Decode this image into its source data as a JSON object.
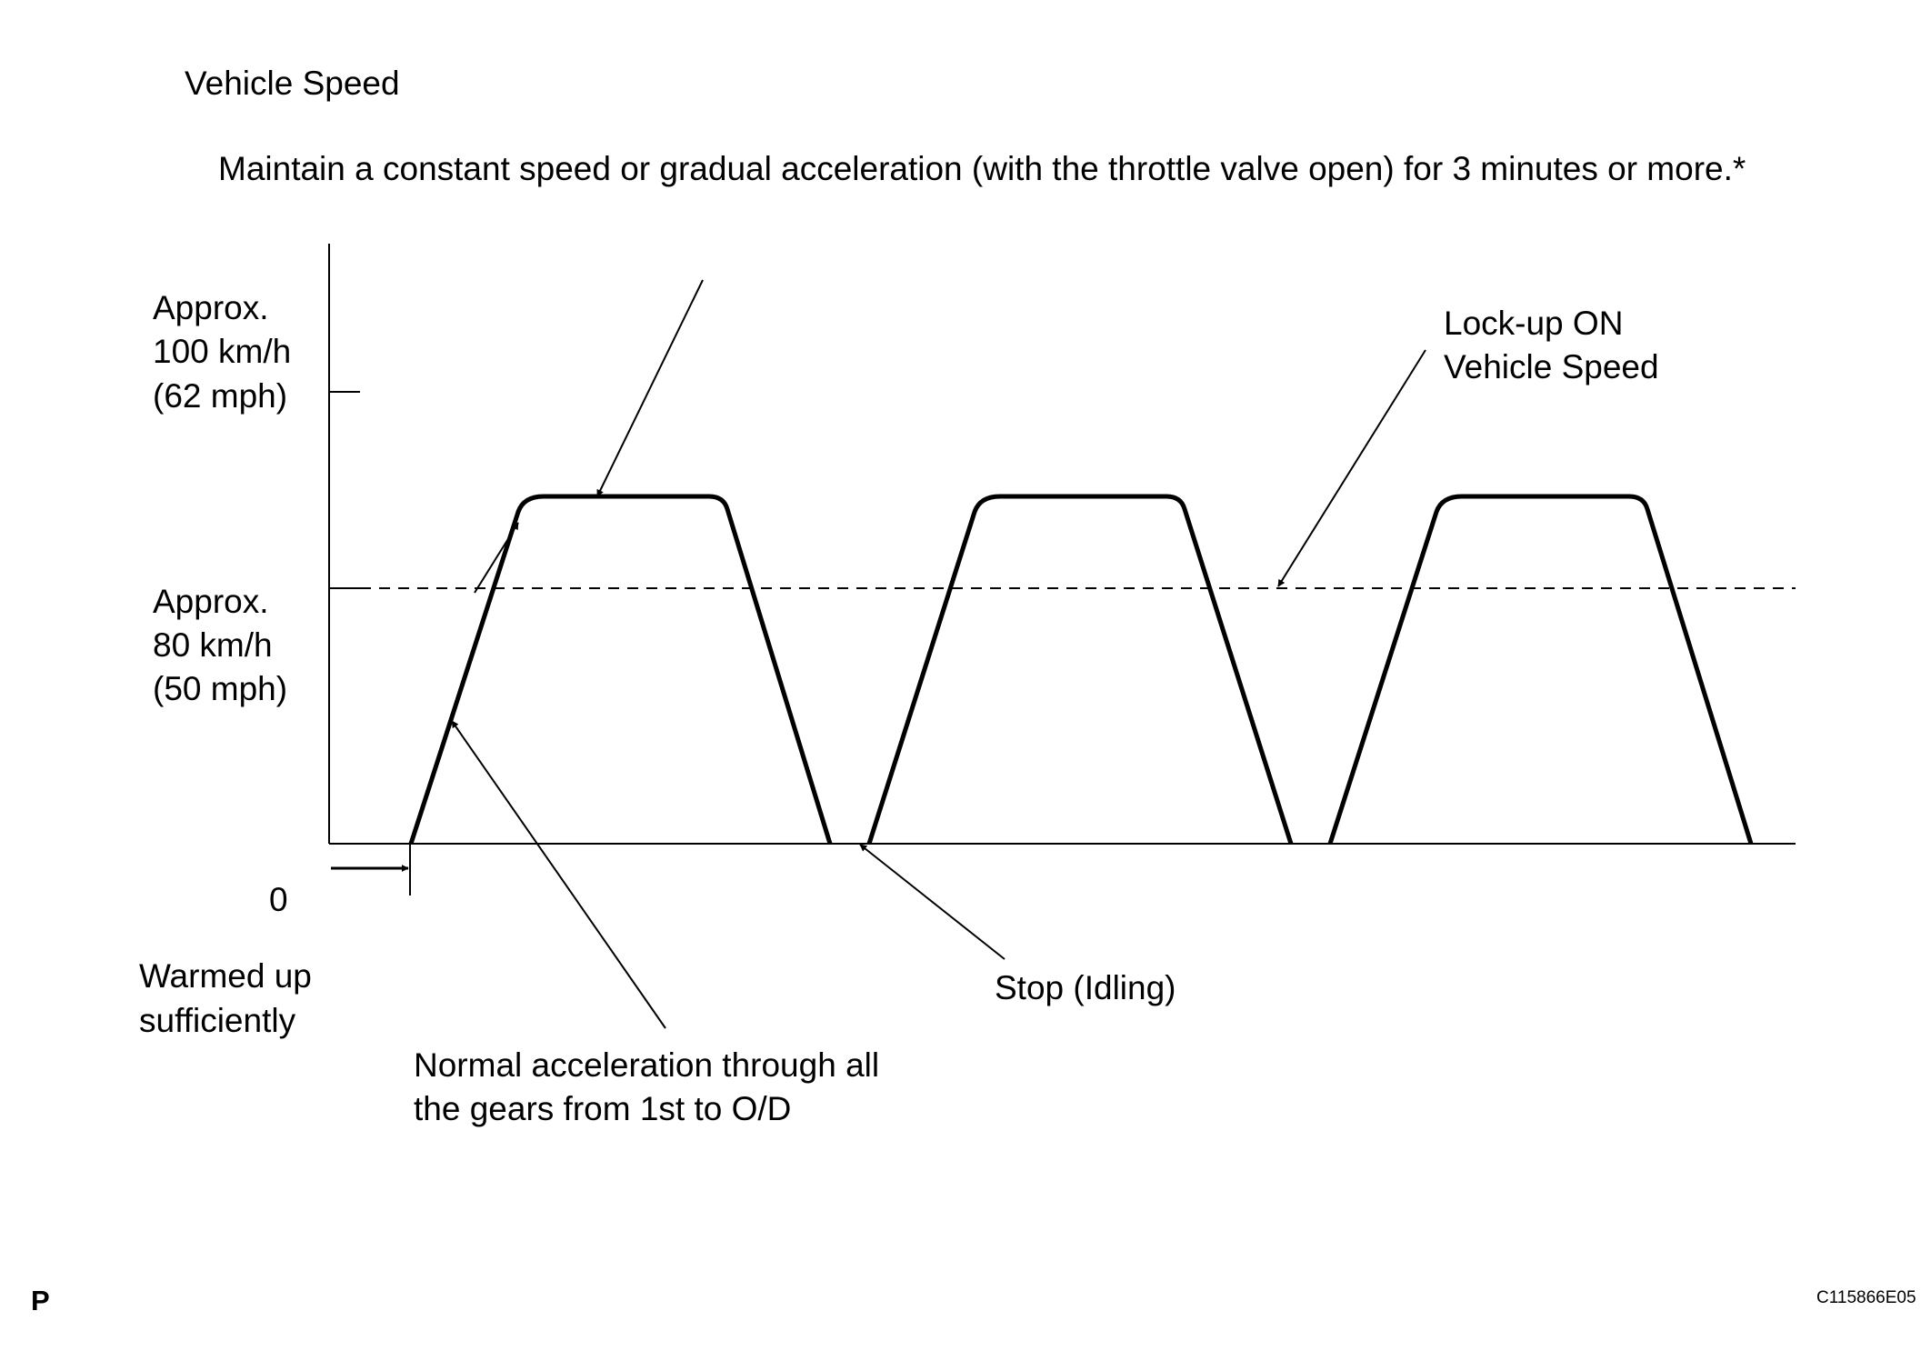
{
  "header": {
    "y_axis_title": "Vehicle Speed",
    "note": "Maintain a constant speed or gradual acceleration (with the throttle valve open) for 3 minutes or more.*"
  },
  "y_labels": {
    "upper": [
      "Approx.",
      "100 km/h",
      "(62 mph)"
    ],
    "lower": [
      "Approx.",
      "80 km/h",
      "(50 mph)"
    ],
    "zero": "0"
  },
  "annotations": {
    "lockup": [
      "Lock-up ON",
      "Vehicle Speed"
    ],
    "warmed": [
      "Warmed up",
      "sufficiently"
    ],
    "stop": "Stop (Idling)",
    "accel": [
      "Normal acceleration through all",
      "the gears from 1st to O/D"
    ]
  },
  "footer": {
    "left": "P",
    "code": "C115866E05"
  },
  "chart_data": {
    "type": "line",
    "description_units": "km/h",
    "y_ticks": [
      {
        "value": 100,
        "label": "Approx. 100 km/h (62 mph)"
      },
      {
        "value": 80,
        "label": "Approx. 80 km/h (50 mph)"
      },
      {
        "value": 0,
        "label": "0"
      }
    ],
    "reference_line": {
      "name": "Lock-up ON Vehicle Speed",
      "value": 80,
      "style": "dashed"
    },
    "cycles": 3,
    "plateau_value": 88
  }
}
